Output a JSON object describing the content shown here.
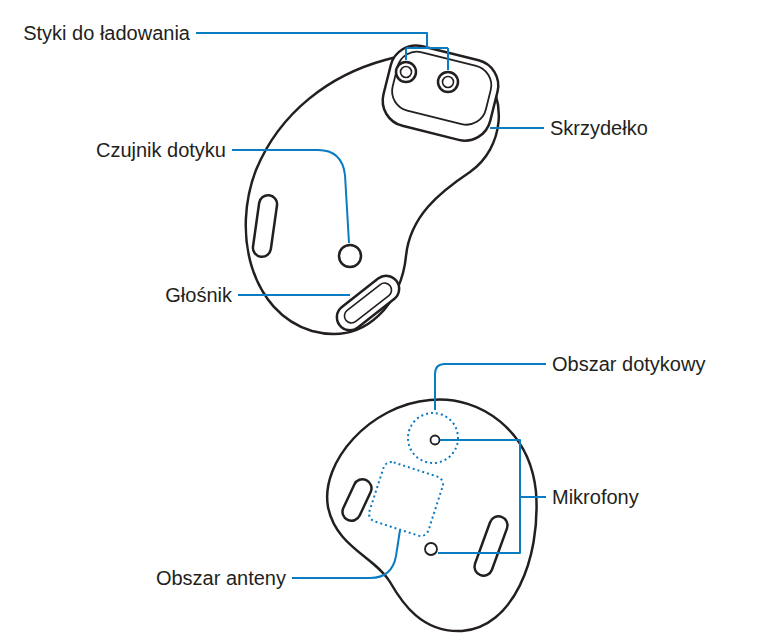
{
  "diagram": {
    "labels": [
      "Styki do ładowania",
      "Skrzydełko",
      "Czujnik dotyku",
      "Głośnik",
      "Obszar dotykowy",
      "Mikrofony",
      "Obszar anteny"
    ]
  }
}
